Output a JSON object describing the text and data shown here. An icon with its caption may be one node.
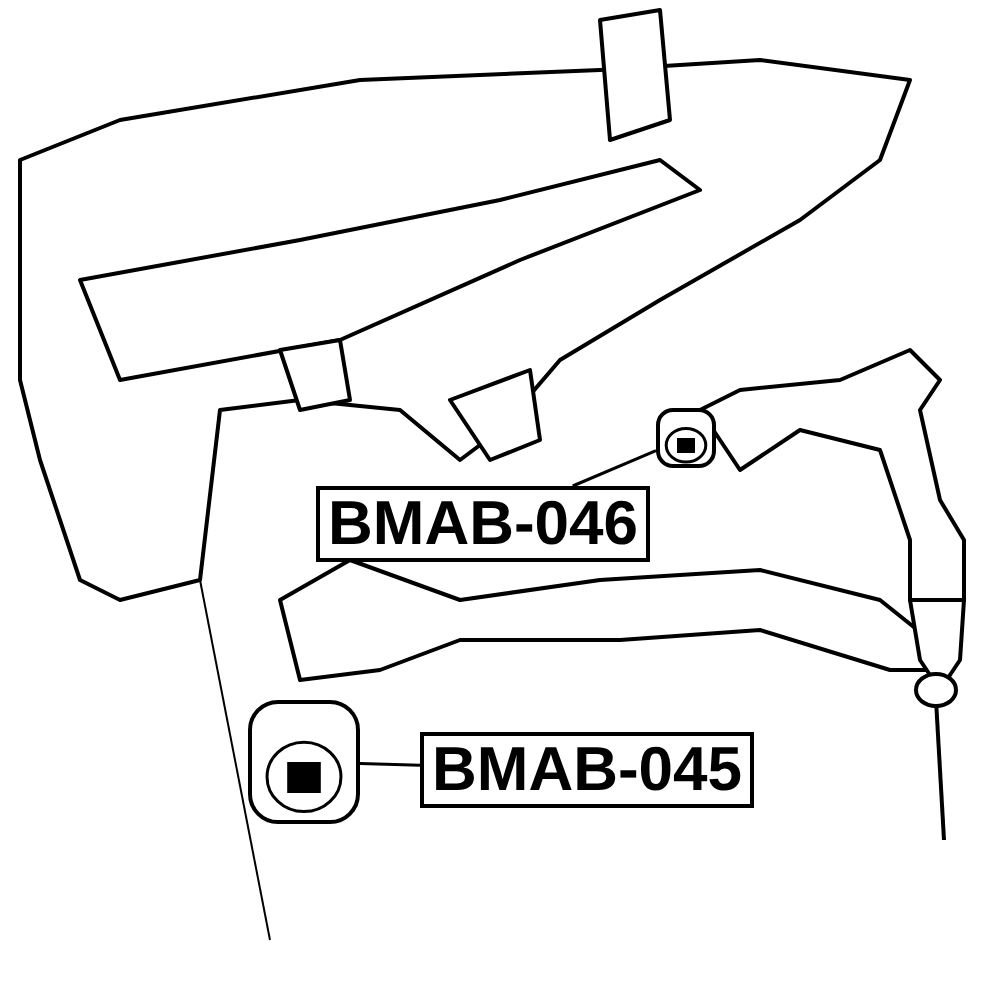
{
  "diagram": {
    "nodes": [
      {
        "text": [
          "BMAB-046"
        ]
      },
      {
        "text": [],
        "shape": "picture"
      },
      {
        "text": [
          "BMAB-045"
        ]
      },
      {
        "text": [],
        "shape": "picture"
      }
    ],
    "edges": [
      {
        "from": 0,
        "to": 1,
        "arrow": "none"
      },
      {
        "from": 2,
        "to": 3,
        "arrow": "none"
      }
    ]
  }
}
